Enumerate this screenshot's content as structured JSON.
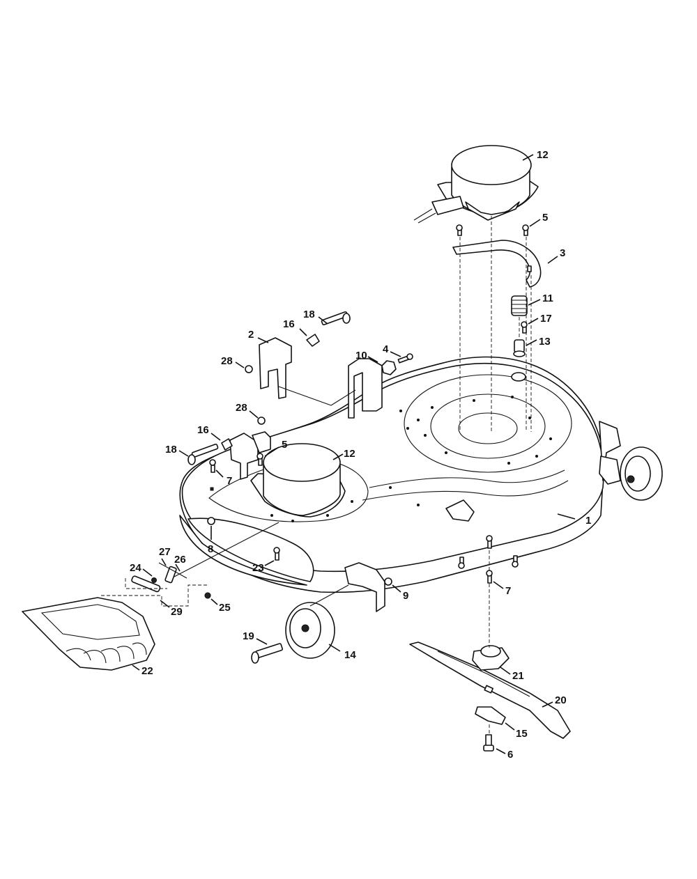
{
  "callouts": [
    {
      "id": "c1",
      "text": "1"
    },
    {
      "id": "c2",
      "text": "2"
    },
    {
      "id": "c3",
      "text": "3"
    },
    {
      "id": "c4",
      "text": "4"
    },
    {
      "id": "c5a",
      "text": "5"
    },
    {
      "id": "c5b",
      "text": "5"
    },
    {
      "id": "c6",
      "text": "6"
    },
    {
      "id": "c7a",
      "text": "7"
    },
    {
      "id": "c7b",
      "text": "7"
    },
    {
      "id": "c8",
      "text": "8"
    },
    {
      "id": "c9",
      "text": "9"
    },
    {
      "id": "c10",
      "text": "10"
    },
    {
      "id": "c11",
      "text": "11"
    },
    {
      "id": "c12a",
      "text": "12"
    },
    {
      "id": "c12b",
      "text": "12"
    },
    {
      "id": "c13",
      "text": "13"
    },
    {
      "id": "c14",
      "text": "14"
    },
    {
      "id": "c15",
      "text": "15"
    },
    {
      "id": "c16a",
      "text": "16"
    },
    {
      "id": "c16b",
      "text": "16"
    },
    {
      "id": "c17",
      "text": "17"
    },
    {
      "id": "c18a",
      "text": "18"
    },
    {
      "id": "c18b",
      "text": "18"
    },
    {
      "id": "c19",
      "text": "19"
    },
    {
      "id": "c20",
      "text": "20"
    },
    {
      "id": "c21",
      "text": "21"
    },
    {
      "id": "c22",
      "text": "22"
    },
    {
      "id": "c23",
      "text": "23"
    },
    {
      "id": "c24",
      "text": "24"
    },
    {
      "id": "c25",
      "text": "25"
    },
    {
      "id": "c26",
      "text": "26"
    },
    {
      "id": "c27",
      "text": "27"
    },
    {
      "id": "c28a",
      "text": "28"
    },
    {
      "id": "c28b",
      "text": "28"
    },
    {
      "id": "c29",
      "text": "29"
    }
  ]
}
